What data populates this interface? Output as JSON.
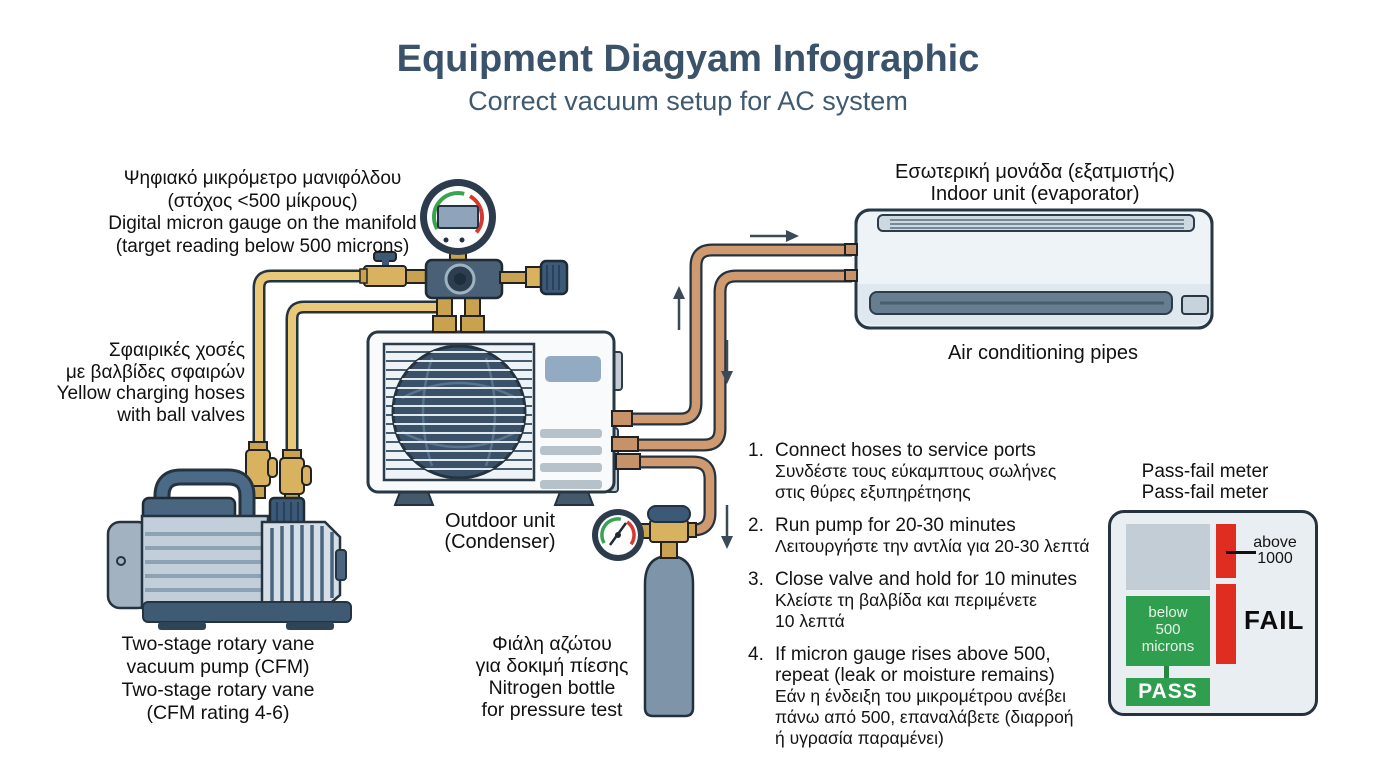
{
  "page": {
    "title": "Equipment Diagyam Infographic",
    "subtitle": "Correct vacuum setup for AC system"
  },
  "labels": {
    "micron_gauge": {
      "lines": [
        "Ψηφιακό μικρόμετρο μανιφόλδου",
        "(στόχος <500 μίκρους)",
        "Digital micron gauge on the manifold",
        "(target reading below 500 microns)"
      ]
    },
    "charging_hoses": {
      "lines": [
        "Σφαιρικές χοσές",
        "με βαλβίδες σφαιρών",
        "Yellow charging hoses",
        "with ball valves"
      ]
    },
    "vacuum_pump": {
      "lines": [
        "Two-stage rotary vane",
        "vacuum pump (CFM)",
        "Two-stage rotary vane",
        "(CFM rating 4-6)"
      ]
    },
    "outdoor_unit": {
      "lines": [
        "Outdoor unit",
        "(Condenser)"
      ]
    },
    "indoor_unit": {
      "lines": [
        "Εσωτερική μονάδα (εξατμιστής)",
        "Indoor unit (evaporator)"
      ]
    },
    "ac_pipes": "Air conditioning pipes",
    "nitrogen_bottle": {
      "lines": [
        "Φιάλη αζώτου",
        "για δοκιμή πίεσης",
        "Nitrogen bottle",
        "for pressure test"
      ]
    }
  },
  "steps": [
    {
      "num": "1.",
      "lines": [
        "Connect hoses to service ports",
        "Συνδέστε τους εύκαμπτους σωλήνες",
        "στις θύρες εξυπηρέτησης"
      ]
    },
    {
      "num": "2.",
      "lines": [
        "Run pump for 20-30 minutes",
        "Λειτουργήστε την αντλία για 20-30 λεπτά"
      ]
    },
    {
      "num": "3.",
      "lines": [
        "Close valve and hold for 10 minutes",
        "Κλείστε τη βαλβίδα και περιμένετε",
        "10 λεπτά"
      ]
    },
    {
      "num": "4.",
      "lines": [
        "If micron gauge rises above 500,",
        "repeat (leak or moisture remains)",
        "Εάν η ένδειξη του μικρομέτρου ανέβει",
        "πάνω από 500, επαναλάβετε (διαρροή",
        "ή υγρασία παραμένει)"
      ]
    }
  ],
  "meter": {
    "title_lines": [
      "Pass-fail meter",
      "Pass-fail meter"
    ],
    "threshold_lines": [
      "above",
      "1000"
    ],
    "pass_zone_lines": [
      "below",
      "500",
      "microns"
    ],
    "fail_label": "FAIL",
    "pass_label": "PASS"
  },
  "colors": {
    "title_blue": "#3a536b",
    "pass_green": "#2f9e4f",
    "fail_red": "#e02d22",
    "hose_yellow": "#e9c878",
    "pipe_copper": "#cf9a70",
    "equipment_blue_gray": "#49657f",
    "brass": "#d8b25f"
  }
}
